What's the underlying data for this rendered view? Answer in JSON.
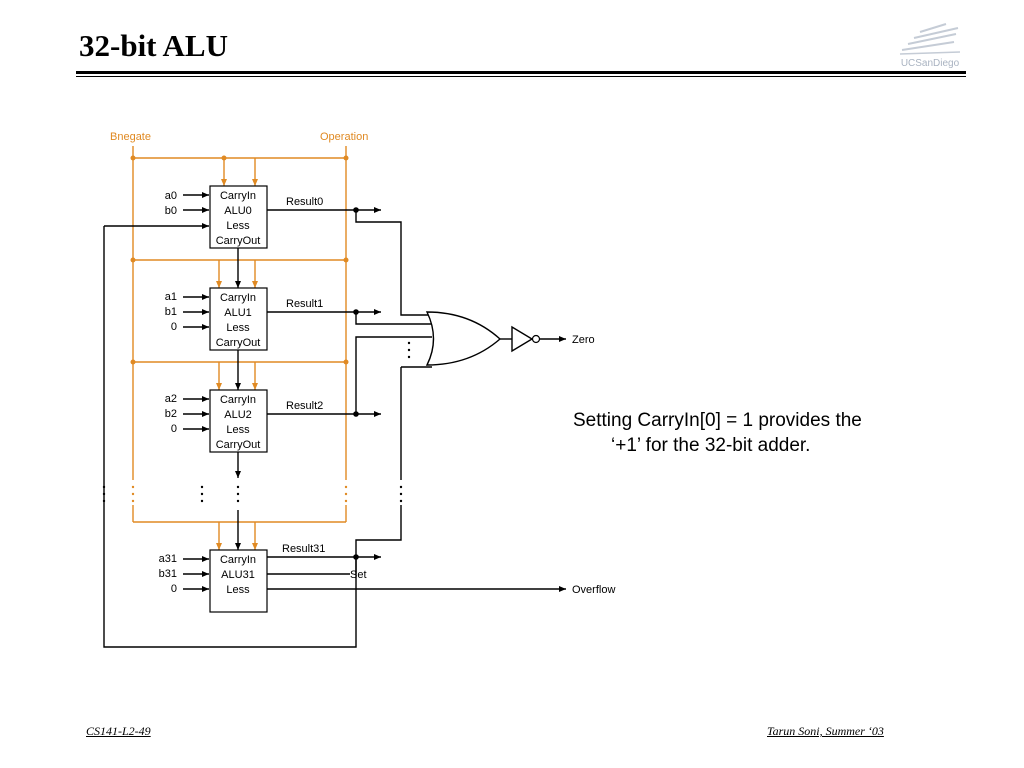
{
  "slide": {
    "title": "32-bit ALU",
    "logo_text": "UCSanDiego",
    "note_line1": "Setting CarryIn[0] = 1 provides the",
    "note_line2": "‘+1’ for the 32-bit adder.",
    "footer_left": "CS141-L2-49",
    "footer_right": "Tarun Soni, Summer ‘03"
  },
  "diagram": {
    "bnegate_label": "Bnegate",
    "operation_label": "Operation",
    "alus": [
      {
        "name": "ALU0",
        "ports": [
          "CarryIn",
          "ALU0",
          "Less",
          "CarryOut"
        ],
        "inputs": [
          "a0",
          "b0"
        ],
        "result": "Result0"
      },
      {
        "name": "ALU1",
        "ports": [
          "CarryIn",
          "ALU1",
          "Less",
          "CarryOut"
        ],
        "inputs": [
          "a1",
          "b1",
          "0"
        ],
        "result": "Result1"
      },
      {
        "name": "ALU2",
        "ports": [
          "CarryIn",
          "ALU2",
          "Less",
          "CarryOut"
        ],
        "inputs": [
          "a2",
          "b2",
          "0"
        ],
        "result": "Result2"
      },
      {
        "name": "ALU31",
        "ports": [
          "CarryIn",
          "ALU31",
          "Less"
        ],
        "inputs": [
          "a31",
          "b31",
          "0"
        ],
        "result": "Result31"
      }
    ],
    "zero_label": "Zero",
    "set_label": "Set",
    "overflow_label": "Overflow",
    "colors": {
      "control_wire": "#e08a23",
      "wire": "#000000"
    }
  }
}
